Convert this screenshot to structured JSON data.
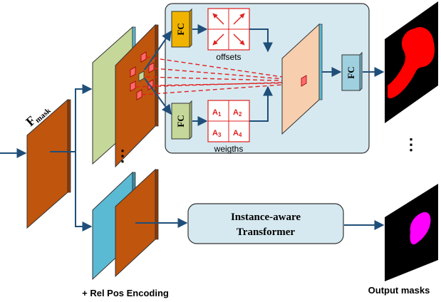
{
  "labels": {
    "f_mask_main": "F",
    "f_mask_sub": "mask",
    "fc": "FC",
    "offsets": "offsets",
    "weights": "weigths",
    "a1": "A",
    "a1_sub": "1",
    "a2": "A",
    "a2_sub": "2",
    "a3": "A",
    "a3_sub": "3",
    "a4": "A",
    "a4_sub": "4",
    "transformer_line1": "Instance-aware",
    "transformer_line2": "Transformer",
    "rel_pos": "+ Rel Pos Encoding",
    "output_masks": "Output masks",
    "ellipsis": "⋮"
  },
  "colors": {
    "orange_map": "#c0550e",
    "green_map": "#c5d89a",
    "blue_map": "#5bbad3",
    "peach_map": "#f7cfae",
    "fc_yellow": "#f0b400",
    "fc_green": "#c5d89a",
    "fc_blue": "#9fd0df",
    "panel_fill": "#d6e9f0",
    "arrow": "#1f4e79",
    "red": "#e02020",
    "mask_red": "#ff0000",
    "mask_magenta": "#ff00ff"
  }
}
